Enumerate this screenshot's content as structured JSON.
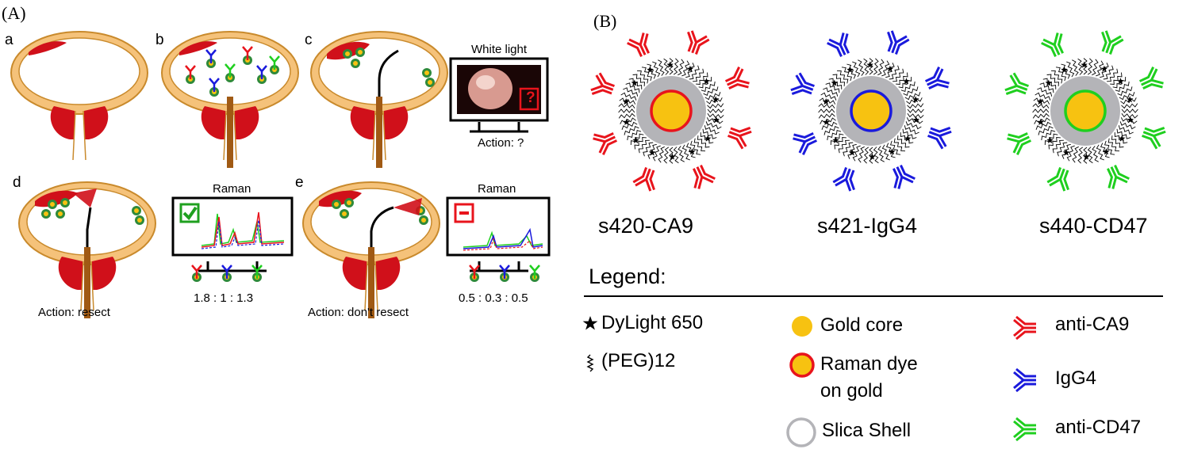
{
  "panel_a": {
    "label": "(A)",
    "sub_labels": [
      "a",
      "b",
      "c",
      "d",
      "e"
    ],
    "monitor_c": {
      "title": "White light",
      "icon_text": "?",
      "caption": "Action: ?"
    },
    "monitor_d": {
      "title": "Raman",
      "ratio": "1.8 : 1 : 1.3",
      "caption": "Action: resect"
    },
    "monitor_e": {
      "title": "Raman",
      "ratio": "0.5 : 0.3 : 0.5",
      "caption": "Action: don't resect"
    }
  },
  "panel_b": {
    "label": "(B)",
    "nanoparticles": [
      {
        "name": "s420-CA9",
        "color": "#e8141c"
      },
      {
        "name": "s421-IgG4",
        "color": "#1a1adc"
      },
      {
        "name": "s440-CD47",
        "color": "#1fcf1f"
      }
    ],
    "legend": {
      "title": "Legend:",
      "items": {
        "dylight": "DyLight 650",
        "peg": "(PEG)12",
        "gold_core": "Gold core",
        "raman_dye_1": "Raman dye",
        "raman_dye_2": "on gold",
        "silica": "Slica Shell",
        "anti_ca9": "anti-CA9",
        "igg4": "IgG4",
        "anti_cd47": "anti-CD47"
      }
    }
  },
  "colors": {
    "bladder_wall": "#f5c27a",
    "bladder_outline": "#c98a2c",
    "tumor": "#d0101a",
    "gold": "#f7c211",
    "silica": "#b4b4b8"
  }
}
